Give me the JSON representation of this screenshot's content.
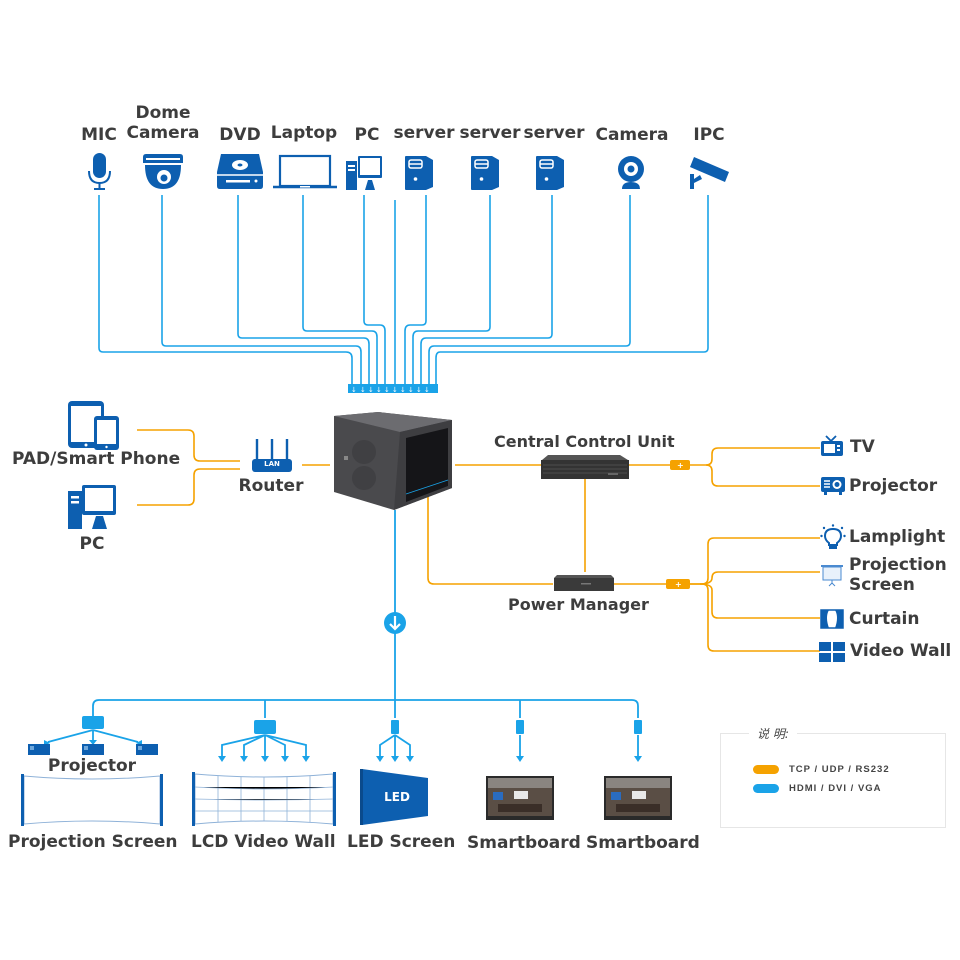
{
  "colors": {
    "blue_line": "#1aa3e8",
    "orange_line": "#f5a200",
    "icon_blue": "#0d5fb0",
    "label": "#3d3d3d"
  },
  "inputs": [
    {
      "label": "MIC",
      "icon": "microphone-icon"
    },
    {
      "label": "Dome\nCamera",
      "icon": "dome-camera-icon"
    },
    {
      "label": "DVD",
      "icon": "dvd-icon"
    },
    {
      "label": "Laptop",
      "icon": "laptop-icon"
    },
    {
      "label": "PC",
      "icon": "desktop-pc-icon"
    },
    {
      "label": "server",
      "icon": "server-icon"
    },
    {
      "label": "server",
      "icon": "server-icon"
    },
    {
      "label": "server",
      "icon": "server-icon"
    },
    {
      "label": "Camera",
      "icon": "webcam-icon"
    },
    {
      "label": "IPC",
      "icon": "ip-camera-icon"
    }
  ],
  "left": {
    "pad": "PAD/Smart Phone",
    "pc": "PC",
    "router": "Router",
    "router_badge": "LAN"
  },
  "control": {
    "ccu": "Central Control Unit",
    "power": "Power Manager"
  },
  "ccu_outputs": [
    {
      "label": "TV",
      "icon": "tv-icon"
    },
    {
      "label": "Projector",
      "icon": "projector-icon"
    }
  ],
  "power_outputs": [
    {
      "label": "Lamplight",
      "icon": "lamp-icon"
    },
    {
      "label": "Projection\nScreen",
      "icon": "projection-screen-icon"
    },
    {
      "label": "Curtain",
      "icon": "curtain-icon"
    },
    {
      "label": "Video Wall",
      "icon": "video-wall-icon"
    }
  ],
  "displays": {
    "projector": "Projector",
    "projection_screen": "Projection Screen",
    "lcd_wall": "LCD Video Wall",
    "led_badge": "LED",
    "led_screen": "LED Screen",
    "smartboard1": "Smartboard",
    "smartboard2": "Smartboard"
  },
  "legend": {
    "title": "说 明:",
    "items": [
      {
        "label": "TCP / UDP / RS232",
        "color": "#f5a200"
      },
      {
        "label": "HDMI / DVI / VGA",
        "color": "#1aa3e8"
      }
    ]
  }
}
